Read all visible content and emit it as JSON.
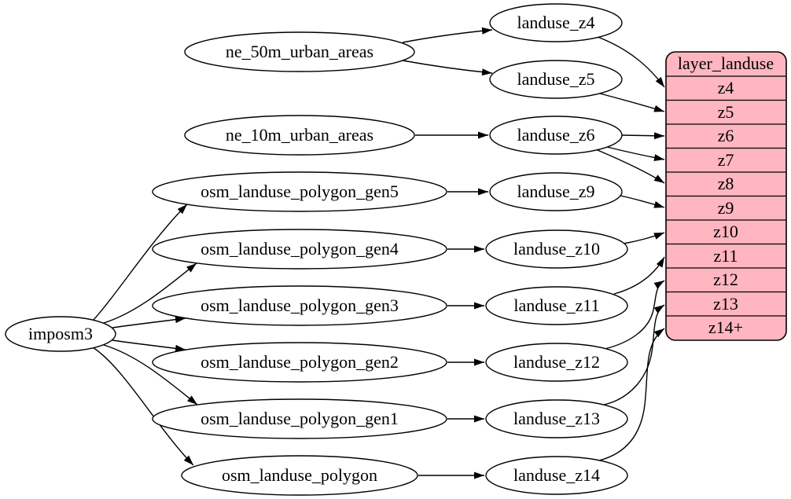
{
  "diagram": {
    "type": "graphviz-digraph",
    "background_color": "#ffffff",
    "node_fill_color": "#ffffff",
    "node_border_color": "#000000",
    "edge_color": "#000000",
    "nodes": {
      "imposm3": {
        "label": "imposm3"
      },
      "ne_50m_urban_areas": {
        "label": "ne_50m_urban_areas"
      },
      "ne_10m_urban_areas": {
        "label": "ne_10m_urban_areas"
      },
      "osm_landuse_polygon_gen5": {
        "label": "osm_landuse_polygon_gen5"
      },
      "osm_landuse_polygon_gen4": {
        "label": "osm_landuse_polygon_gen4"
      },
      "osm_landuse_polygon_gen3": {
        "label": "osm_landuse_polygon_gen3"
      },
      "osm_landuse_polygon_gen2": {
        "label": "osm_landuse_polygon_gen2"
      },
      "osm_landuse_polygon_gen1": {
        "label": "osm_landuse_polygon_gen1"
      },
      "osm_landuse_polygon": {
        "label": "osm_landuse_polygon"
      },
      "landuse_z4": {
        "label": "landuse_z4"
      },
      "landuse_z5": {
        "label": "landuse_z5"
      },
      "landuse_z6": {
        "label": "landuse_z6"
      },
      "landuse_z9": {
        "label": "landuse_z9"
      },
      "landuse_z10": {
        "label": "landuse_z10"
      },
      "landuse_z11": {
        "label": "landuse_z11"
      },
      "landuse_z12": {
        "label": "landuse_z12"
      },
      "landuse_z13": {
        "label": "landuse_z13"
      },
      "landuse_z14": {
        "label": "landuse_z14"
      }
    },
    "record": {
      "title": "layer_landuse",
      "fill": "#ffb6c1",
      "border": "#000000",
      "rows": [
        "z4",
        "z5",
        "z6",
        "z7",
        "z8",
        "z9",
        "z10",
        "z11",
        "z12",
        "z13",
        "z14+"
      ]
    },
    "edges": [
      {
        "from": "imposm3",
        "to": "osm_landuse_polygon_gen5"
      },
      {
        "from": "imposm3",
        "to": "osm_landuse_polygon_gen4"
      },
      {
        "from": "imposm3",
        "to": "osm_landuse_polygon_gen3"
      },
      {
        "from": "imposm3",
        "to": "osm_landuse_polygon_gen2"
      },
      {
        "from": "imposm3",
        "to": "osm_landuse_polygon_gen1"
      },
      {
        "from": "imposm3",
        "to": "osm_landuse_polygon"
      },
      {
        "from": "ne_50m_urban_areas",
        "to": "landuse_z4"
      },
      {
        "from": "ne_50m_urban_areas",
        "to": "landuse_z5"
      },
      {
        "from": "ne_10m_urban_areas",
        "to": "landuse_z6"
      },
      {
        "from": "osm_landuse_polygon_gen5",
        "to": "landuse_z9"
      },
      {
        "from": "osm_landuse_polygon_gen4",
        "to": "landuse_z10"
      },
      {
        "from": "osm_landuse_polygon_gen3",
        "to": "landuse_z11"
      },
      {
        "from": "osm_landuse_polygon_gen2",
        "to": "landuse_z12"
      },
      {
        "from": "osm_landuse_polygon_gen1",
        "to": "landuse_z13"
      },
      {
        "from": "osm_landuse_polygon",
        "to": "landuse_z14"
      },
      {
        "from": "landuse_z4",
        "to": "layer_landuse:z4"
      },
      {
        "from": "landuse_z5",
        "to": "layer_landuse:z5"
      },
      {
        "from": "landuse_z6",
        "to": "layer_landuse:z6"
      },
      {
        "from": "landuse_z6",
        "to": "layer_landuse:z7"
      },
      {
        "from": "landuse_z6",
        "to": "layer_landuse:z8"
      },
      {
        "from": "landuse_z9",
        "to": "layer_landuse:z9"
      },
      {
        "from": "landuse_z10",
        "to": "layer_landuse:z10"
      },
      {
        "from": "landuse_z11",
        "to": "layer_landuse:z11"
      },
      {
        "from": "landuse_z12",
        "to": "layer_landuse:z12"
      },
      {
        "from": "landuse_z13",
        "to": "layer_landuse:z13"
      },
      {
        "from": "landuse_z14",
        "to": "layer_landuse:z14+"
      }
    ]
  }
}
